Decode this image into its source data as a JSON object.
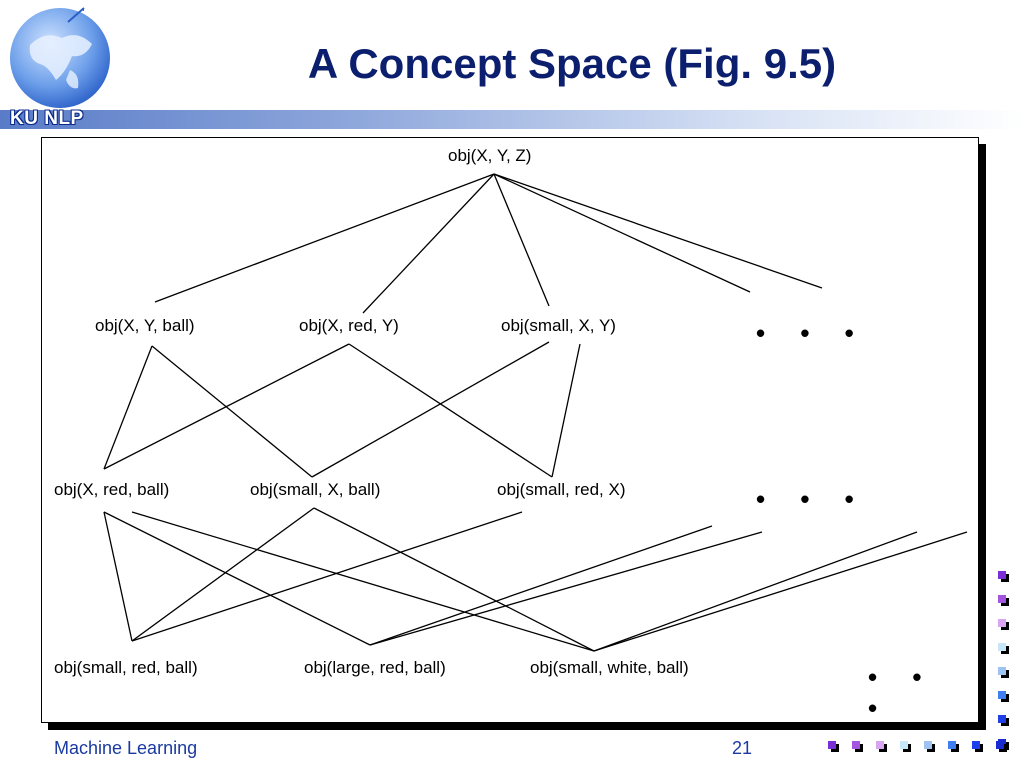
{
  "header": {
    "logo_text": "KU NLP",
    "title": "A Concept Space (Fig. 9.5)"
  },
  "diagram": {
    "root": "obj(X, Y, Z)",
    "level1": [
      "obj(X, Y, ball)",
      "obj(X, red, Y)",
      "obj(small, X, Y)"
    ],
    "level2": [
      "obj(X, red, ball)",
      "obj(small, X, ball)",
      "obj(small, red, X)"
    ],
    "level3": [
      "obj(small, red, ball)",
      "obj(large, red, ball)",
      "obj(small, white, ball)"
    ],
    "ellipsis": "• • •"
  },
  "footer": {
    "course": "Machine Learning",
    "page_number": "21"
  },
  "colors": {
    "title": "#0b1f6e",
    "footer_text": "#1a3aa0",
    "header_bar_start": "#5a7cc8",
    "globe": "#3a78d8"
  },
  "decorations": {
    "square_colors": [
      "#7b2fd6",
      "#a355e0",
      "#d9a5f0",
      "#c7e6f7",
      "#9fc3f0",
      "#3f7ff0",
      "#1f3fe8",
      "#1a2bd0"
    ]
  }
}
